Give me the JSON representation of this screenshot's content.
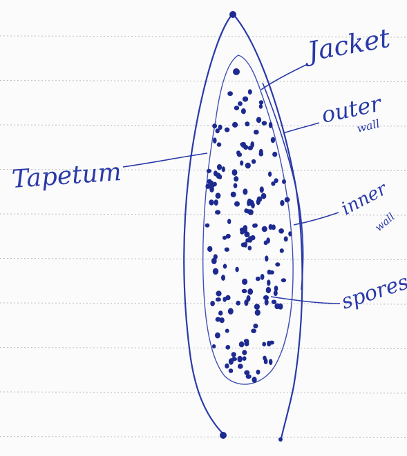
{
  "diagram": {
    "labels": {
      "jacket": "Jacket",
      "outer_wall_1": "outer",
      "outer_wall_2": "wall",
      "tapetum": "Tapetum",
      "inner_wall_1": "inner",
      "inner_wall_2": "wall",
      "spores": "spores"
    },
    "colors": {
      "ink": "#2a3aa8",
      "ink_dark": "#1d2a8f",
      "ruled_line": "#b8b8b8"
    }
  }
}
